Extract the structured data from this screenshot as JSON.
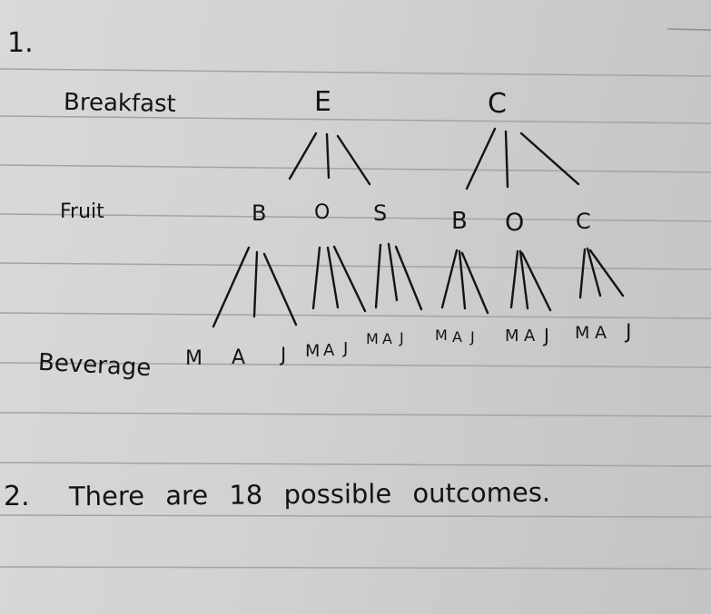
{
  "notebook": {
    "question1_number": "1.",
    "question2_number": "2.",
    "answer_text": "There are 18 possible outcomes."
  },
  "tree": {
    "level_labels": {
      "breakfast": "Breakfast",
      "fruit": "Fruit",
      "beverage": "Beverage"
    },
    "breakfast_options": [
      "E",
      "C"
    ],
    "fruit_options": {
      "E": [
        "B",
        "O",
        "S"
      ],
      "C": [
        "B",
        "O",
        "C"
      ]
    },
    "beverage_options": [
      [
        "M",
        "A",
        "J"
      ],
      [
        "M",
        "A",
        "J"
      ],
      [
        "M",
        "A",
        "J"
      ],
      [
        "M",
        "A",
        "J"
      ],
      [
        "M",
        "A",
        "J"
      ],
      [
        "M",
        "A",
        "J"
      ]
    ]
  },
  "colors": {
    "paper": "#d4d4d4",
    "ink": "#141414",
    "rule_line": "#9a9a9a"
  }
}
